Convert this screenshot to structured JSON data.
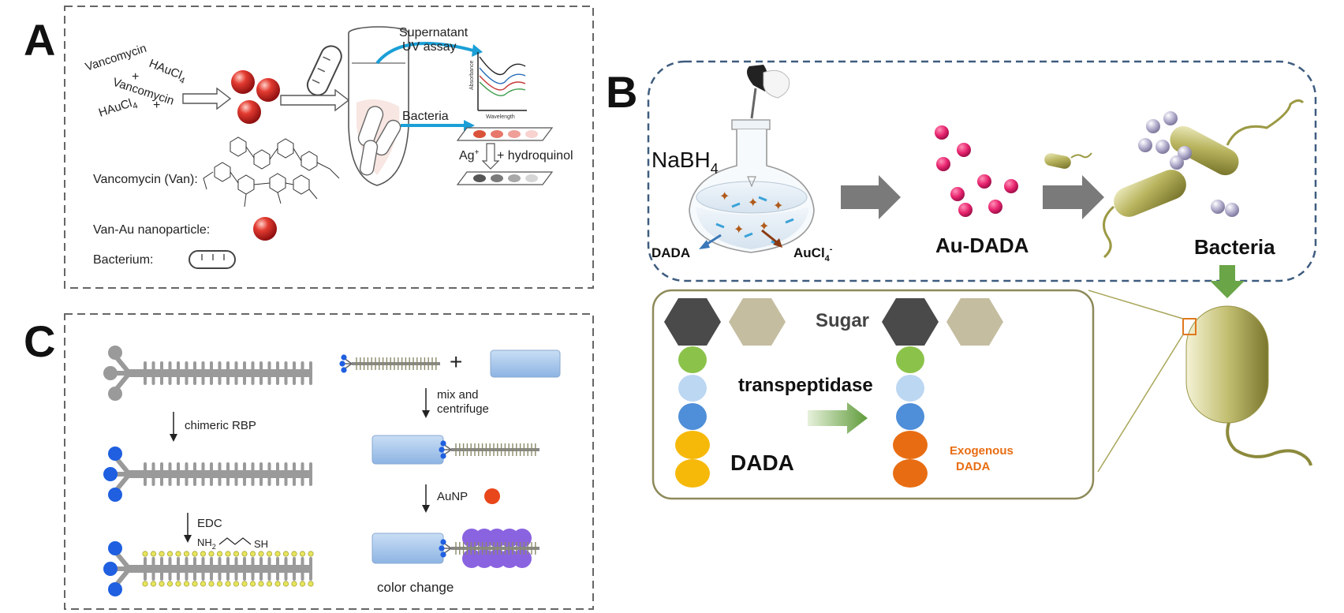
{
  "panels": {
    "a": {
      "letter": "A",
      "reagents": [
        "Vancomycin",
        "HAuCl",
        "4",
        "+",
        "Vancomycin",
        "HAuCl",
        "4",
        "+"
      ],
      "supernatant": "Supernatant",
      "uv_assay": "UV assay",
      "chart_y": "Absorbance",
      "chart_x": "Wavelength",
      "bacteria": "Bacteria",
      "ag_text": "Ag",
      "ag_sup": "+",
      "hydroquinol": "+ hydroquinol",
      "legend_van": "Vancomycin (Van):",
      "legend_np": "Van-Au nanoparticle:",
      "legend_bact": "Bacterium:",
      "spot_colors": [
        "#d9533a",
        "#e6776a",
        "#ef9f98",
        "#f7d2cf"
      ],
      "silver_colors": [
        "#555555",
        "#7a7a7a",
        "#a8a8a8",
        "#d6d6d6"
      ],
      "uv_line_colors": [
        "#222222",
        "#2a6fb8",
        "#c73a3a",
        "#3a9a4a"
      ]
    },
    "b": {
      "letter": "B",
      "nabh": "NaBH",
      "nabh_sub": "4",
      "dada_left": "DADA",
      "aucl": "AuCl",
      "aucl_sub": "4",
      "aucl_sup": "-",
      "au_dada": "Au-DADA",
      "bacteria": "Bacteria",
      "sugar": "Sugar",
      "transpeptidase": "transpeptidase",
      "dada": "DADA",
      "exogenous_1": "Exogenous",
      "exogenous_2": "DADA",
      "colors": {
        "np_pink": "#e8246f",
        "bacteria_olive": "#a7a44e",
        "hex_dark": "#4a4a4a",
        "hex_tan": "#c4bda0",
        "green": "#8bc34a",
        "light_blue": "#bcd7f2",
        "blue": "#4f8ed8",
        "yellow": "#f6b90a",
        "orange": "#e86d12",
        "orange_text": "#e86d12"
      }
    },
    "c": {
      "letter": "C",
      "chimeric": "chimeric RBP",
      "edc": "EDC",
      "linker_nh": "NH",
      "linker_nh_sub": "2",
      "linker_sh": "SH",
      "plus": "+",
      "mix1": "mix and",
      "mix2": "centrifuge",
      "aunp": "AuNP",
      "color_change": "color change",
      "colors": {
        "phage_gray": "#9a9a9a",
        "rbp_blue": "#1f5fe0",
        "gold_dots": "#e7e55a",
        "bead": "#a9c9ec",
        "aunp": "#e8461b",
        "purple": "#8a63e0"
      }
    }
  }
}
